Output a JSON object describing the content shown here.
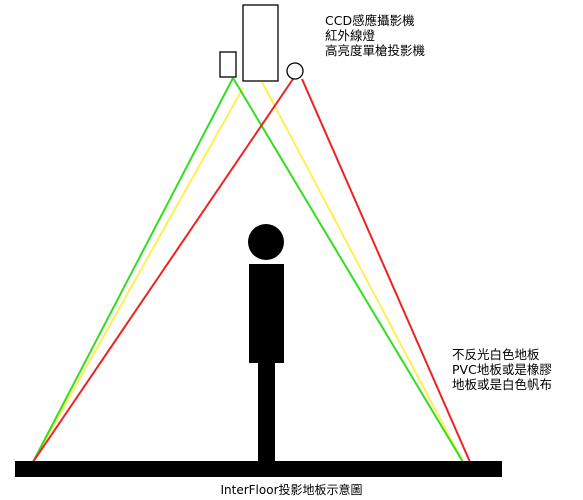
{
  "devices": {
    "labels": [
      "CCD感應攝影機",
      "紅外線燈",
      "高亮度單槍投影機"
    ]
  },
  "floor": {
    "labels": [
      "不反光白色地板",
      "PVC地板或是橡膠",
      "地板或是白色帆布"
    ]
  },
  "caption": "InterFloor投影地板示意圖",
  "colors": {
    "camera_beam": "#33dd22",
    "ir_beam": "#ffee55",
    "projector_beam": "#ee2222",
    "person": "#000000",
    "floor": "#000000",
    "background": "#ffffff"
  }
}
